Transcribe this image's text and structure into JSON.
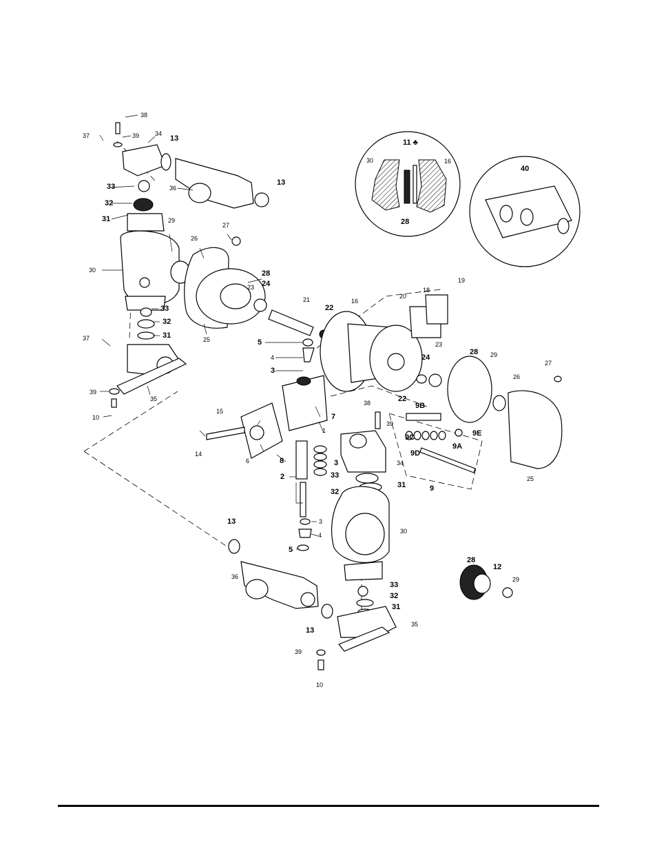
{
  "diagram": {
    "type": "exploded-parts-view",
    "callouts": {
      "c1": "1",
      "c2": "2",
      "c3a": "3",
      "c3b": "3",
      "c3c": "3",
      "c4a": "4",
      "c4b": "4",
      "c5a": "5",
      "c5b": "5",
      "c6": "6",
      "c7": "7",
      "c8": "8",
      "c9": "9",
      "c9A": "9A",
      "c9B": "9B",
      "c9C": "9C",
      "c9D": "9D",
      "c9E": "9E",
      "c10a": "10",
      "c10b": "10",
      "c11": "11 ♣",
      "c12": "12",
      "c13a": "13",
      "c13b": "13",
      "c13c": "13",
      "c13d": "13",
      "c14": "14",
      "c15": "15",
      "c16a": "16",
      "c16b": "16",
      "c18": "18",
      "c19": "19",
      "c20": "20",
      "c21": "21",
      "c22a": "22",
      "c22b": "22",
      "c23a": "23",
      "c23b": "23",
      "c24a": "24",
      "c24b": "24",
      "c25a": "25",
      "c25b": "25",
      "c26a": "26",
      "c26b": "26",
      "c27a": "27",
      "c27b": "27",
      "c28a": "28",
      "c28b": "28",
      "c28c": "28",
      "c28d": "28",
      "c29a": "29",
      "c29b": "29",
      "c29c": "29",
      "c30a": "30",
      "c30b": "30",
      "c30c": "30",
      "c31a": "31",
      "c31b": "31",
      "c31c": "31",
      "c31d": "31",
      "c32a": "32",
      "c32b": "32",
      "c32c": "32",
      "c32d": "32",
      "c33a": "33",
      "c33b": "33",
      "c33c": "33",
      "c33d": "33",
      "c34a": "34",
      "c34b": "34",
      "c35a": "35",
      "c35b": "35",
      "c36a": "36",
      "c36b": "36",
      "c37a": "37",
      "c37b": "37",
      "c38a": "38",
      "c38b": "38",
      "c39a": "39",
      "c39b": "39",
      "c39c": "39",
      "c39d": "39",
      "c40": "40"
    }
  }
}
